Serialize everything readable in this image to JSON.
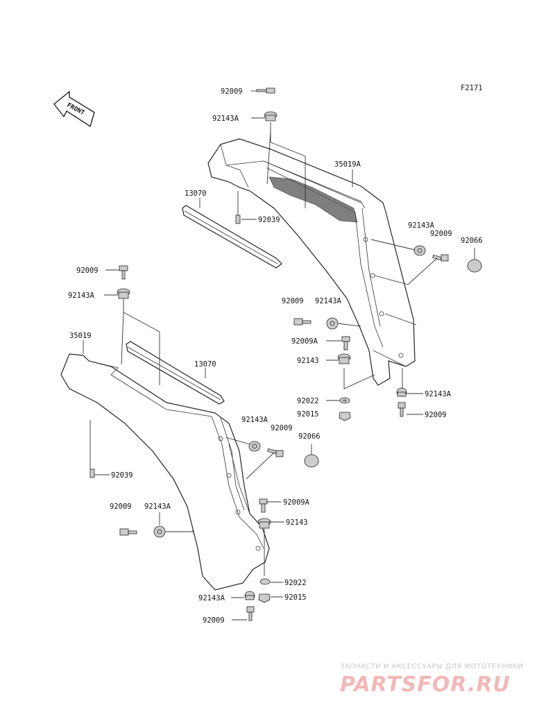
{
  "figure_code": "F2171",
  "front_arrow_label": "FRONT",
  "watermark": {
    "tagline": "ЗАПЧАСТИ И АКСЕССУАРЫ ДЛЯ МОТОТЕХНИКИ",
    "brand": "PARTSFOR.RU"
  },
  "labels": {
    "t_92009": "92009",
    "t_92143A": "92143A",
    "t_35019A": "35019A",
    "t_13070": "13070",
    "t_92039": "92039",
    "r_92143A": "92143A",
    "r_92009": "92009",
    "r_92066": "92066",
    "m_92009": "92009",
    "m_92143A": "92143A",
    "m_92009A": "92009A",
    "m_92143": "92143",
    "m_92022": "92022",
    "m_92015": "92015",
    "rb_92143A": "92143A",
    "rb_92009": "92009",
    "l_92009": "92009",
    "l_92143A": "92143A",
    "l_35019": "35019",
    "l_13070": "13070",
    "lm_92143A": "92143A",
    "lm_92009": "92009",
    "lm_92066": "92066",
    "l_92039": "92039",
    "lb_92009": "92009",
    "lb_92143A": "92143A",
    "lb_92009A": "92009A",
    "lb_92143": "92143",
    "lb_92022": "92022",
    "lb2_92143A": "92143A",
    "lb_92015": "92015",
    "lbb_92009": "92009"
  }
}
